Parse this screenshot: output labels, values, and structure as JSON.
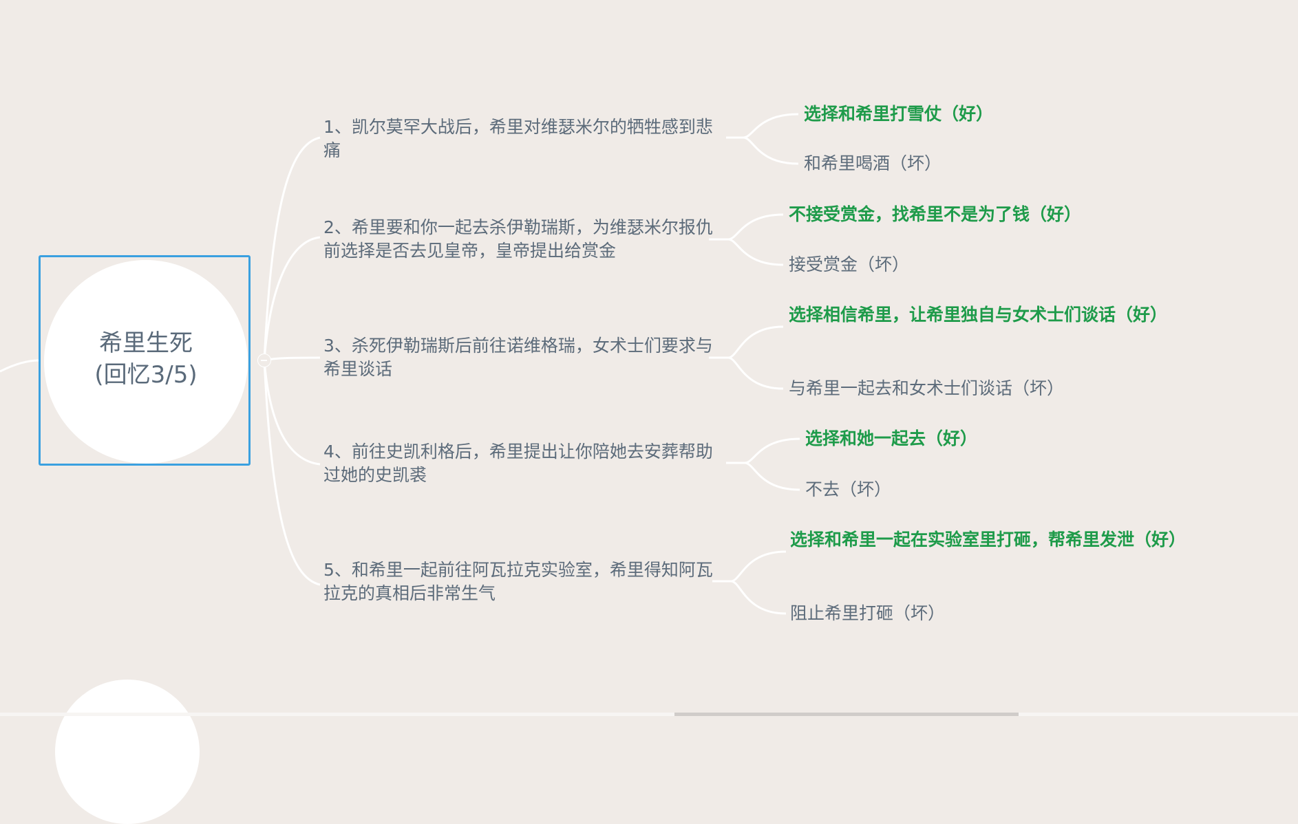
{
  "central": {
    "title_line1": "希里生死",
    "title_line2": "(回忆3/5)"
  },
  "branches": [
    {
      "text": "1、凯尔莫罕大战后，希里对维瑟米尔的牺牲感到悲痛",
      "good": "选择和希里打雪仗（好）",
      "bad": "和希里喝酒（坏）"
    },
    {
      "text": "2、希里要和你一起去杀伊勒瑞斯，为维瑟米尔报仇前选择是否去见皇帝，皇帝提出给赏金",
      "good": "不接受赏金，找希里不是为了钱（好）",
      "bad": "接受赏金（坏）"
    },
    {
      "text": "3、杀死伊勒瑞斯后前往诺维格瑞，女术士们要求与希里谈话",
      "good": "选择相信希里，让希里独自与女术士们谈话（好）",
      "bad": "与希里一起去和女术士们谈话（坏）"
    },
    {
      "text": "4、前往史凯利格后，希里提出让你陪她去安葬帮助过她的史凯裘",
      "good": "选择和她一起去（好）",
      "bad": "不去（坏）"
    },
    {
      "text": "5、和希里一起前往阿瓦拉克实验室，希里得知阿瓦拉克的真相后非常生气",
      "good": "选择和希里一起在实验室里打砸，帮希里发泄（好）",
      "bad": "阻止希里打砸（坏）"
    }
  ],
  "colors": {
    "background": "#f0ebe7",
    "connector": "#ffffff",
    "central_border": "#3aa0e0",
    "good_text": "#1e9b4a",
    "neutral_text": "#5c6b7a"
  }
}
